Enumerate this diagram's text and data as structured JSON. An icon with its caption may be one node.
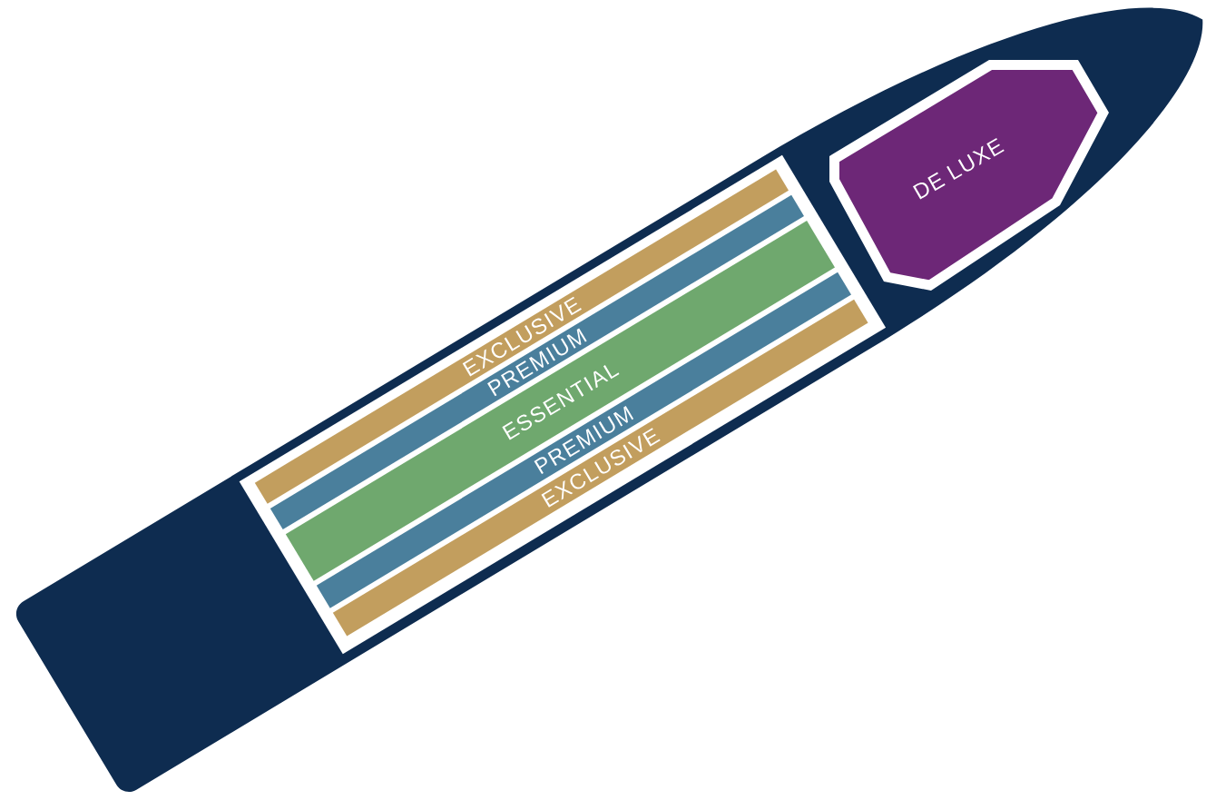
{
  "diagram": {
    "nodes": [
      {
        "text": [
          "DE LUXE"
        ]
      },
      {
        "text": [
          "EXCLUSIVE"
        ]
      },
      {
        "text": [
          "PREMIUM"
        ]
      },
      {
        "text": [
          "ESSENTIAL"
        ]
      },
      {
        "text": [
          "PREMIUM"
        ]
      },
      {
        "text": [
          "EXCLUSIVE"
        ]
      }
    ]
  }
}
